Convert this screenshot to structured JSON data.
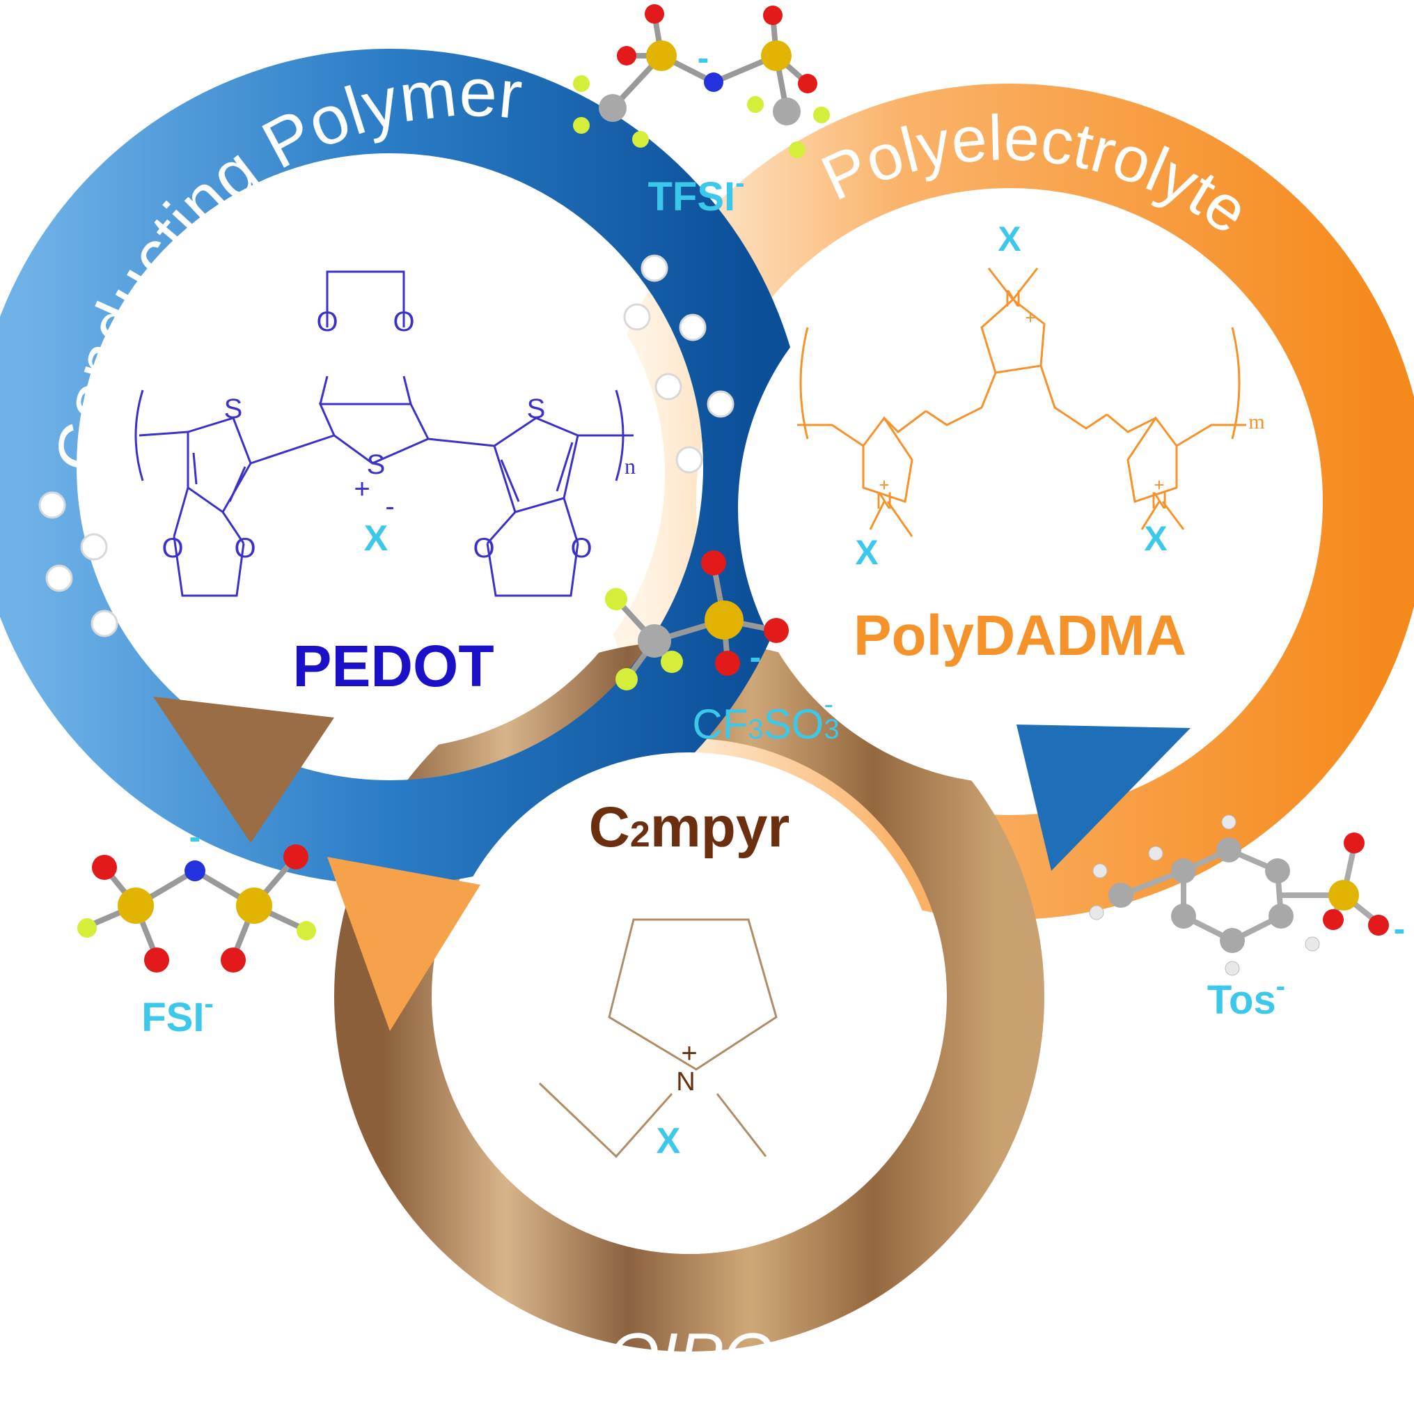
{
  "rings": {
    "cp": {
      "label": "Conducting Polymer",
      "color": "#2f7fc4",
      "dark": "#0f5ea8"
    },
    "pe": {
      "label": "Polyelectrolyte",
      "color": "#f6922a"
    },
    "oipc": {
      "label": "OIPC",
      "color": "#a57a52"
    }
  },
  "materials": {
    "pedot": {
      "name": "PEDOT",
      "color": "#1a10c8",
      "struct_color": "#3a32c8"
    },
    "polydadma": {
      "name": "PolyDADMA",
      "color": "#f6922a"
    },
    "c2mpyr": {
      "name_main": "C",
      "name_sub": "2",
      "name_tail": "mpyr",
      "color": "#6b2e0e",
      "struct_color": "#b08c66"
    }
  },
  "atoms": {
    "S": "S",
    "O": "O",
    "N": "N",
    "X": "X",
    "plus": "+",
    "minus": "-",
    "n": "n",
    "m": "m"
  },
  "anions": {
    "tfsi": {
      "name": "TFSI",
      "charge": "-"
    },
    "fsi": {
      "name": "FSI",
      "charge": "-"
    },
    "tos": {
      "name": "Tos",
      "charge": "-"
    },
    "triflate": {
      "p1": "CF",
      "s1": "3",
      "p2": "SO",
      "s2": "3",
      "charge": "-"
    },
    "color": "#3cc8ea"
  },
  "atom_colors": {
    "sulfur": "#e0b400",
    "oxygen": "#e21a1a",
    "nitrogen": "#2233dd",
    "fluorine": "#d4ee3a",
    "carbon": "#a8a8a8",
    "hydrogen": "#e8e8e8"
  }
}
